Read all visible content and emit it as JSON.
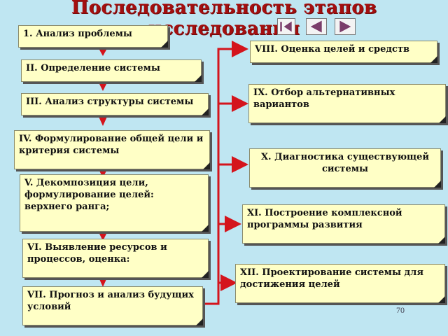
{
  "title": "Последовательность этапов исследования",
  "navigation": {
    "buttons": [
      "first-icon",
      "prev-icon",
      "next-icon"
    ]
  },
  "left_steps": [
    "1. Анализ проблемы",
    "II. Определение системы",
    "III. Анализ структуры системы",
    "IV. Формулирование общей цели и критерия системы",
    "V. Декомпозиция цели, формулирование целей: верхнего ранга;",
    "VI. Выявление ресурсов и процессов, оценка:",
    "VII. Прогноз и анализ будущих условий"
  ],
  "right_steps": [
    "VIII. Оценка целей и средств",
    "IX. Отбор альтернативных вариантов",
    "X. Диагностика существующей системы",
    "XI. Построение комплексной программы развития",
    "XII. Проектирование системы для достижения целей"
  ],
  "page_number": "70",
  "colors": {
    "title": "#a40f0f",
    "box_fill": "#ffffc6",
    "connector": "#d4141c",
    "background": "#bfe6f2"
  }
}
